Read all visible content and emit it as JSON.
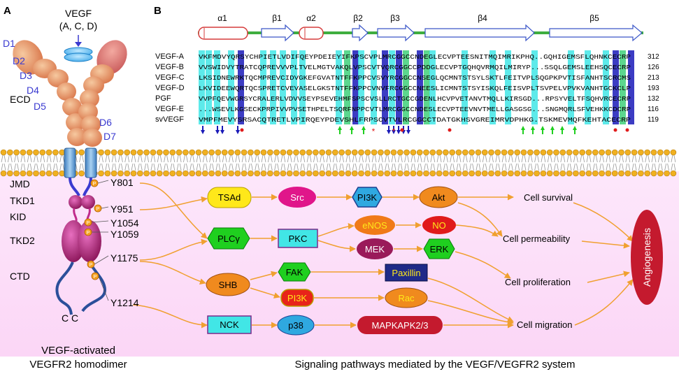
{
  "panel_a": {
    "letter": "A",
    "ligand_title": "VEGF",
    "ligand_sub": "(A, C, D)",
    "domains": [
      "D1",
      "D2",
      "D3",
      "D4",
      "D5",
      "D6",
      "D7"
    ],
    "ecd_label": "ECD",
    "region_labels": [
      "JMD",
      "TKD1",
      "KID",
      "TKD2",
      "CTD"
    ],
    "sites": [
      "Y801",
      "Y951",
      "Y1054",
      "Y1059",
      "Y1175",
      "Y1214"
    ],
    "phospho": "P",
    "c_term": "C C",
    "caption_line1": "VEGF-activated",
    "caption_line2": "VEGFR2 homodimer"
  },
  "panel_b": {
    "letter": "B",
    "structure": [
      "α1",
      "β1",
      "α2",
      "β2",
      "β3",
      "β4",
      "β5"
    ],
    "sequences": [
      {
        "name": "VEGF-A",
        "seq": "VKFMDVYQRSYCHPIETLVDIFQEYPDEIEYIFKPSCVPLMRCGGCCNDEGLECVPTEESNITMQIMRIKPHQ..GQHIGEMSFLQHNKCECRP",
        "num": "312"
      },
      {
        "name": "VEGF-B",
        "seq": "VVSWIDVYTRATCQPREVVVPLTVELMGTVAKQLVPSCVTVQRCGGCCPDDGLECVPTGQHQVRMQILMIRYP...SSQLGEMSLEEHSQCECRP",
        "num": "126"
      },
      {
        "name": "VEGF-C",
        "seq": "LKSIDNEWRKTQCMPREVCIDVGKEFGVATNTFFKPPCVSVYRCGGCCNSEGLQCMNTSTSYLSKTLFEITVPLSQGPKPVTISFANHTSCRCMS",
        "num": "213"
      },
      {
        "name": "VEGF-D",
        "seq": "LKVIDEEWQRTQCSPRETCVEVASELGKSTNTFFKPPCVNVFRCGGCCNEESLICMNTSTSYISKQLFEISVPLTSVPELVPVKVANHTGCKCLP",
        "num": "193"
      },
      {
        "name": "PGF",
        "seq": "VVPFQEVWGRSYCRALERLVDVVSEYPSEVEHMFSPSCVSLLRCTGCCGDENLHCVPVETANVTMQLLKIRSGD...RPSYVELTFSQHVRCECRP",
        "num": "132"
      },
      {
        "name": "VEGF-E",
        "seq": "...WSEVLKGSECKPRPIVVPVSETHPELTSQRFNPPCVTLMRCGGCCNDESLECVPTEEVNVTMELLGASGSG...SNGMQRLSFVEHKKCDCRP",
        "num": "116"
      },
      {
        "name": "svVEGF",
        "seq": "VMPFMEVYSRSACQTRETLVPIRQEYPDEVSHLFRPSCVTVLRCGGCCTDATGKHSVGREIMRVDPHKG.TSKMEVMQFKEHTACECRP",
        "num": "119"
      }
    ],
    "caption": "Signaling pathways mediated by the VEGF/VEGFR2 system"
  },
  "pathway": {
    "nodes": {
      "tsad": "TSAd",
      "src": "Src",
      "pi3k_top": "PI3K",
      "akt": "Akt",
      "plcg": "PLCγ",
      "pkc": "PKC",
      "enos": "eNOS",
      "no": "NO",
      "mek": "MEK",
      "erk": "ERK",
      "shb": "SHB",
      "fak": "FAK",
      "paxillin": "Paxillin",
      "pi3k_bot": "PI3K",
      "rac": "Rac",
      "nck": "NCK",
      "p38": "p38",
      "mapkapk": "MAPKAPK2/3"
    },
    "outcomes": {
      "survival": "Cell survival",
      "permeability": "Cell permeability",
      "proliferation": "Cell proliferation",
      "migration": "Cell migration"
    },
    "angiogenesis": "Angiogenesis"
  },
  "colors": {
    "membrane_bg": "#fbd9f8",
    "arrow": "#f0a030",
    "domain_text": "#3a3ad0",
    "receptor_ecd": "#e89a60",
    "receptor_tm": "#6fa8d8",
    "kinase": "#c02b8c",
    "tail": "#2b4f9a",
    "angio": "#c41a2e"
  }
}
